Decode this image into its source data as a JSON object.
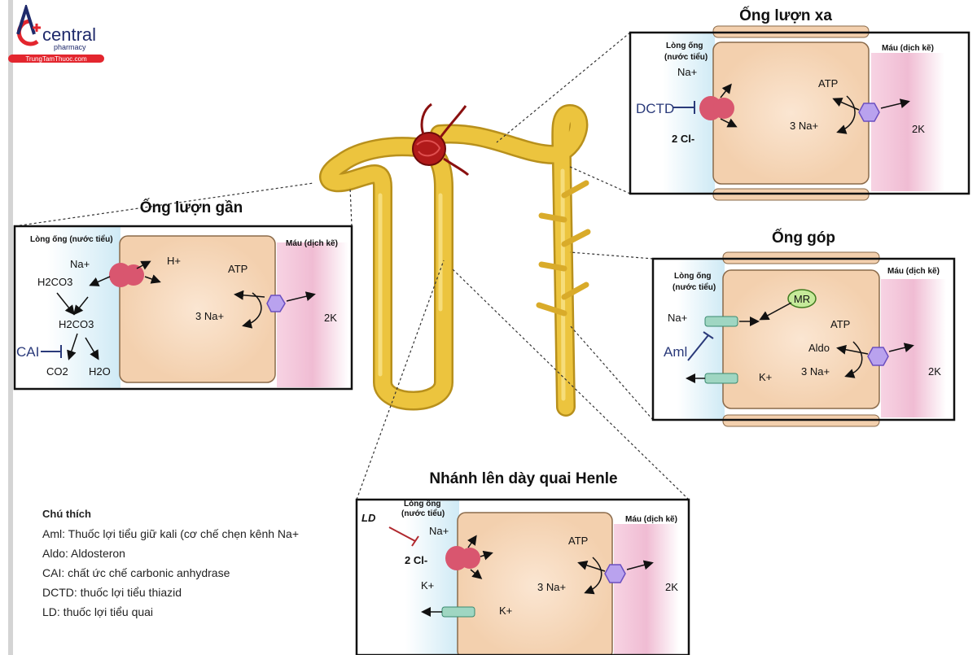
{
  "logo": {
    "brand": "central",
    "sub": "pharmacy",
    "site": "TrungTamThuoc.com"
  },
  "colors": {
    "tube": "#e9c23c",
    "cell": "#f5d9bd",
    "lumen": "#cfeaf5",
    "blood": "#f3c7dc",
    "transporter": "#d9566f",
    "pump": "#b9a2ee",
    "channel": "#9fd6c2",
    "drug_blue": "#2a3a7a",
    "drug_red": "#b0282e"
  },
  "panels": {
    "pct": {
      "title": "Ống lượn gần",
      "lumen": "Lòng ống (nước tiểu)",
      "blood": "Máu (dịch kẽ)",
      "na": "Na+",
      "h": "H+",
      "atp": "ATP",
      "h2co3_a": "H2CO3",
      "h2co3_b": "H2CO3",
      "drug": "CAI",
      "co2": "CO2",
      "h2o": "H2O",
      "na3": "3 Na+",
      "k2": "2K"
    },
    "dct": {
      "title": "Ống lượn xa",
      "lumen1": "Lòng ống",
      "lumen2": "(nước tiểu)",
      "blood": "Máu (dịch kẽ)",
      "na": "Na+",
      "atp": "ATP",
      "drug": "DCTD",
      "cl": "2 Cl-",
      "na3": "3 Na+",
      "k2": "2K"
    },
    "cd": {
      "title": "Ống góp",
      "lumen1": "Lòng ống",
      "lumen2": "(nước tiểu)",
      "blood": "Máu (dịch kẽ)",
      "mr": "MR",
      "na": "Na+",
      "atp": "ATP",
      "aldo": "Aldo",
      "drug": "Aml",
      "k": "K+",
      "na3": "3 Na+",
      "k2": "2K"
    },
    "tal": {
      "title": "Nhánh lên dày quai Henle",
      "lumen1": "Lòng ống",
      "lumen2": "(nước tiểu)",
      "blood": "Máu (dịch kẽ)",
      "drug": "LD",
      "na": "Na+",
      "atp": "ATP",
      "cl": "2 Cl-",
      "k": "K+",
      "na3": "3 Na+",
      "k2": "2K",
      "k_out": "K+"
    }
  },
  "legend": {
    "title": "Chú thích",
    "items": [
      "Aml: Thuốc lợi tiểu giữ kali (cơ chế chẹn kênh Na+",
      "Aldo: Aldosteron",
      "CAI: chất ức chế  carbonic anhydrase",
      "DCTD: thuốc lợi tiểu thiazid",
      "LD: thuốc lợi tiểu quai"
    ]
  }
}
